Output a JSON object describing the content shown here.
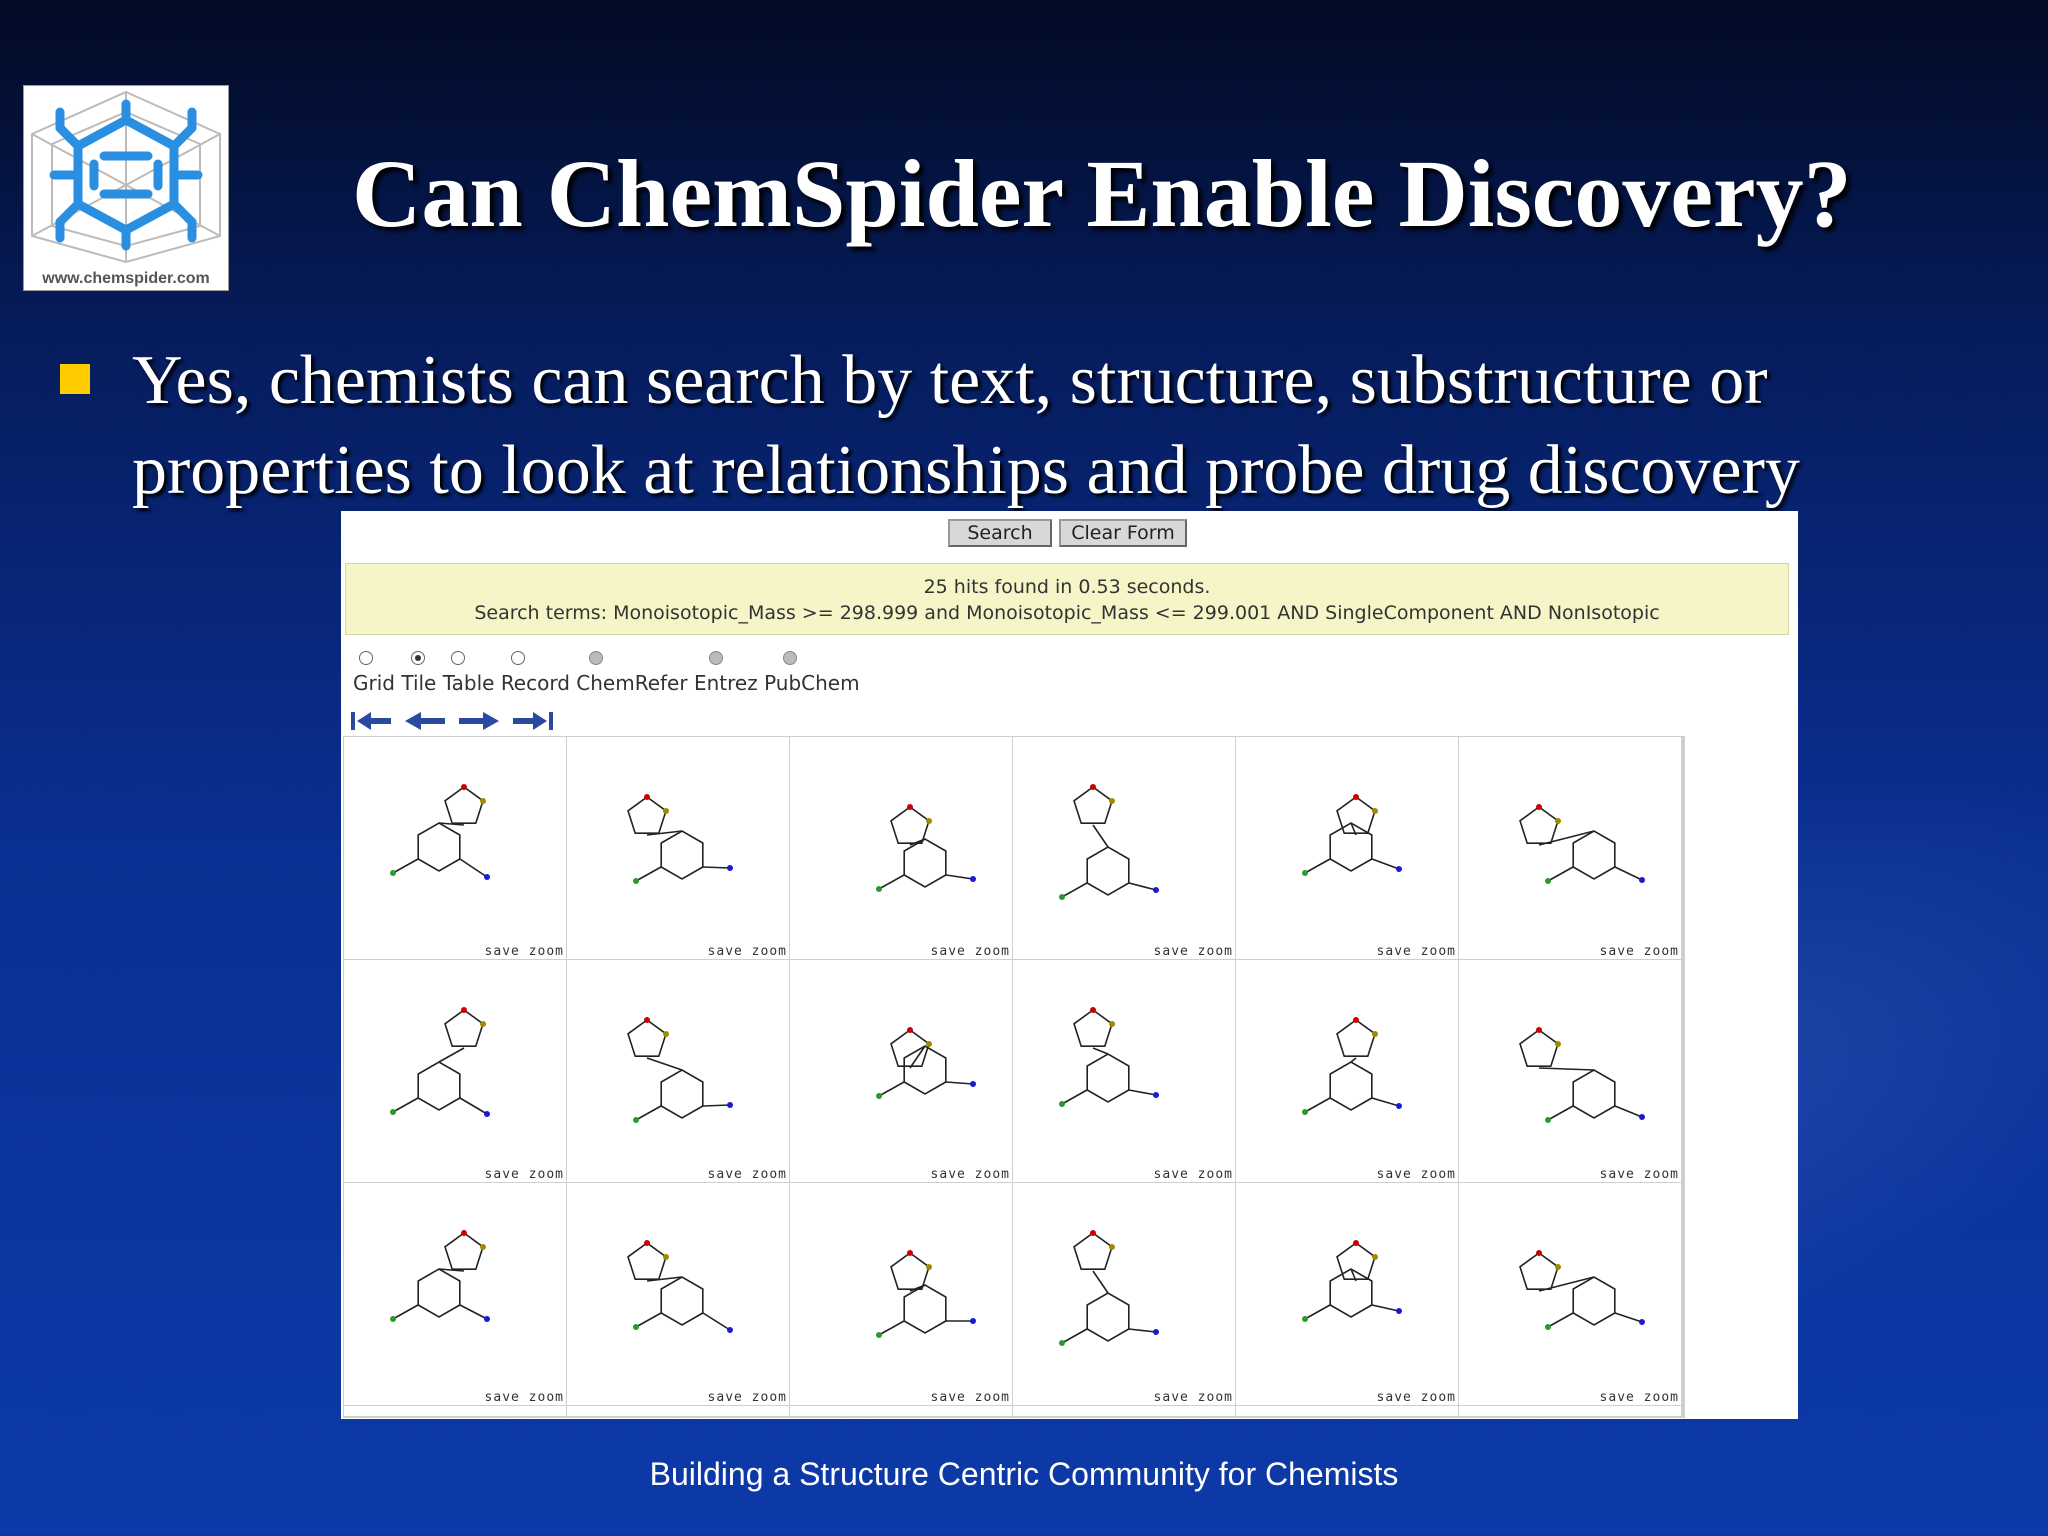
{
  "slide": {
    "title": "Can ChemSpider Enable Discovery?",
    "bullet": "Yes, chemists can search by text, structure, substructure or properties to look at relationships and probe drug discovery",
    "footer": "Building a Structure Centric Community for Chemists",
    "logo_url": "www.chemspider.com"
  },
  "search": {
    "search_label": "Search",
    "clear_label": "Clear Form",
    "hits_line": "25 hits found in 0.53 seconds.",
    "terms_line": "Search terms: Monoisotopic_Mass >= 298.999 and Monoisotopic_Mass <= 299.001 AND SingleComponent AND NonIsotopic"
  },
  "views": [
    {
      "label": "Grid",
      "selected": false,
      "disabled": false
    },
    {
      "label": "Tile",
      "selected": true,
      "disabled": false
    },
    {
      "label": "Table",
      "selected": false,
      "disabled": false
    },
    {
      "label": "Record",
      "selected": false,
      "disabled": false
    },
    {
      "label": "ChemRefer",
      "selected": false,
      "disabled": true
    },
    {
      "label": "Entrez",
      "selected": false,
      "disabled": true
    },
    {
      "label": "PubChem",
      "selected": false,
      "disabled": true
    }
  ],
  "results": {
    "cell_actions": "save zoom",
    "count": 18
  },
  "colors": {
    "bullet": "#ffcc00",
    "hits_bg": "#f5f5c8",
    "logo_blue": "#2a8fe0"
  }
}
